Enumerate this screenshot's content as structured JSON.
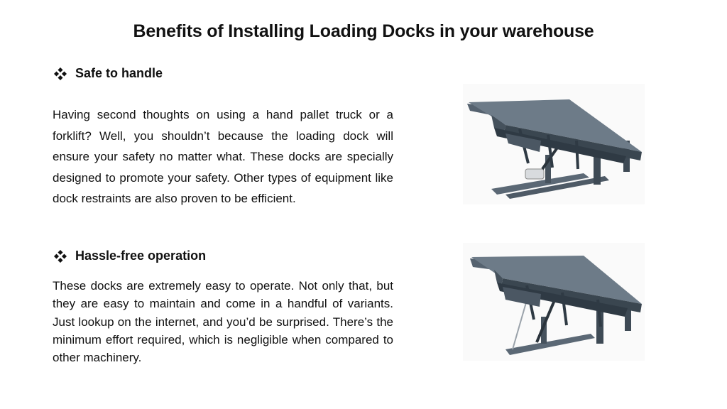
{
  "title": "Benefits of Installing Loading Docks in your warehouse",
  "sections": [
    {
      "heading": "Safe to handle",
      "body": "Having second thoughts on using a hand pallet truck or a forklift? Well, you shouldn’t because the loading dock will ensure your safety no matter what. These docks are specially designed to promote your safety. Other types of equipment like dock restraints are also proven to be efficient."
    },
    {
      "heading": "Hassle-free operation",
      "body": "These docks are extremely easy to operate. Not only that, but they are easy to maintain and come in a handful of variants. Just lookup on the internet, and you’d be surprised. There’s the minimum effort required, which is negligible when compared to other machinery."
    }
  ],
  "icons": {
    "bullet": "diamond-bullet-icon"
  },
  "colors": {
    "dock_steel": "#4a5866",
    "dock_dark": "#2f3a44",
    "dock_light": "#6f7d8a"
  }
}
